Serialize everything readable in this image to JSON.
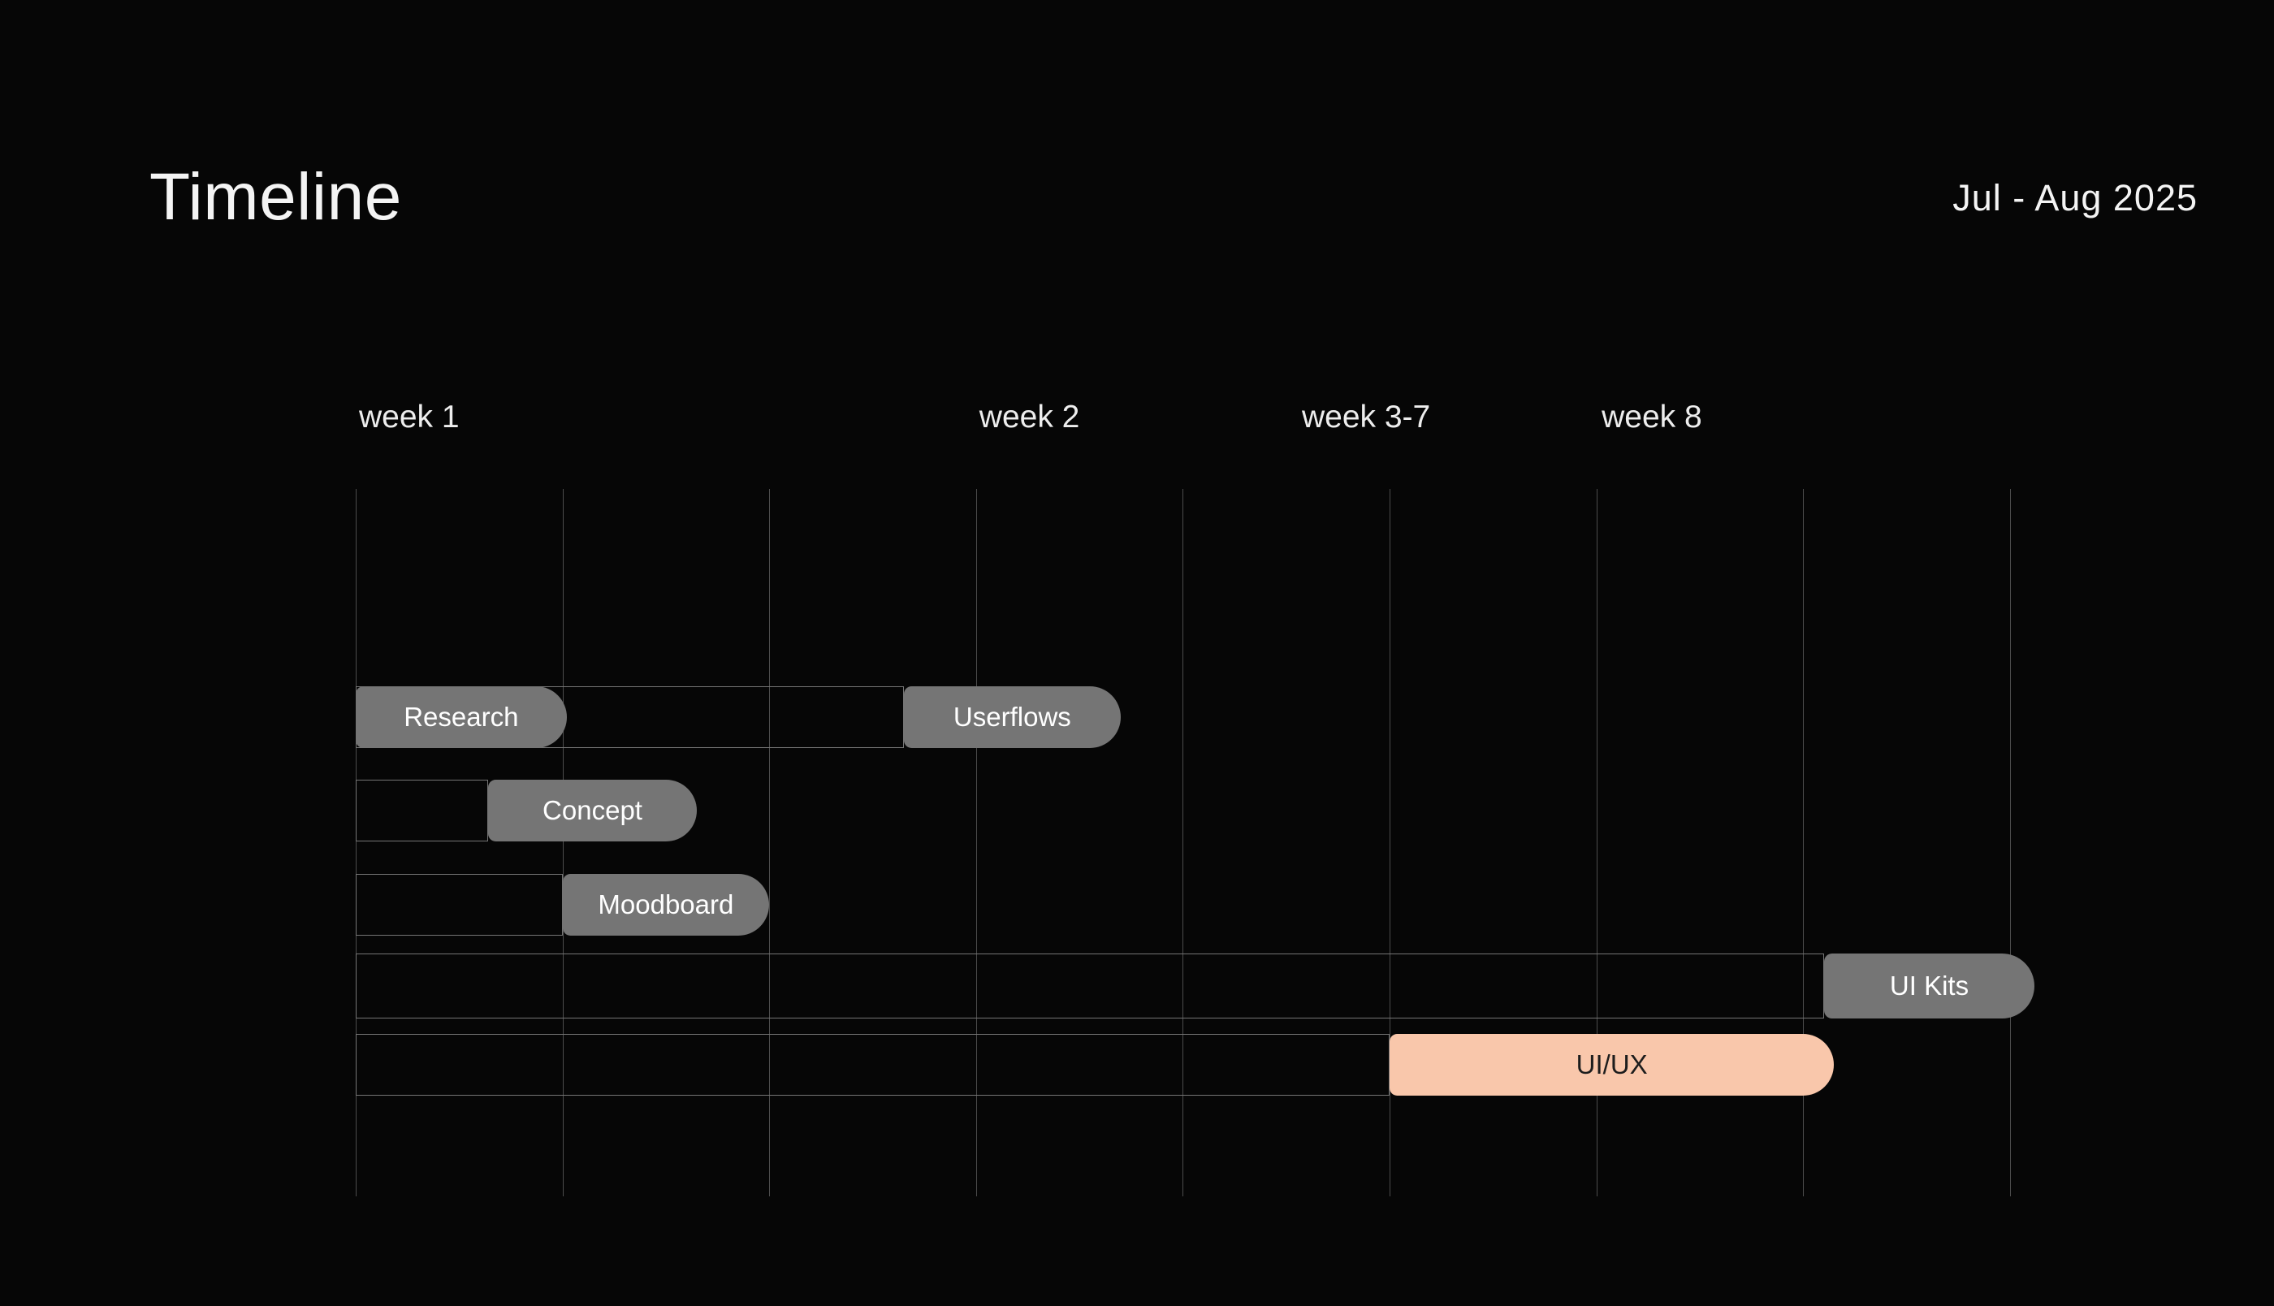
{
  "page": {
    "title": "Timeline",
    "date_range": "Jul - Aug 2025"
  },
  "chart_data": {
    "type": "gantt",
    "title": "Timeline",
    "period": "Jul - Aug 2025",
    "x_axis": {
      "unit": "grid-columns",
      "gridline_count": 9,
      "week_labels": [
        {
          "label": "week 1",
          "col": 0
        },
        {
          "label": "week 2",
          "col": 3
        },
        {
          "label": "week 3-7",
          "col": 4.56
        },
        {
          "label": "week 8",
          "col": 6.01
        }
      ]
    },
    "rows": [
      {
        "name": "research-userflows",
        "track": {
          "start": 0,
          "end": 2.65
        },
        "bars": [
          {
            "label": "Research",
            "start": 0,
            "end": 1.02,
            "variant": "gray"
          },
          {
            "label": "Userflows",
            "start": 2.65,
            "end": 3.7,
            "variant": "gray"
          }
        ]
      },
      {
        "name": "concept",
        "track": {
          "start": 0,
          "end": 0.64
        },
        "bars": [
          {
            "label": "Concept",
            "start": 0.64,
            "end": 1.65,
            "variant": "gray"
          }
        ]
      },
      {
        "name": "moodboard",
        "track": {
          "start": 0,
          "end": 1.0
        },
        "bars": [
          {
            "label": "Moodboard",
            "start": 1.0,
            "end": 2.0,
            "variant": "gray"
          }
        ]
      },
      {
        "name": "ui-kits",
        "track": {
          "start": 0,
          "end": 7.1
        },
        "bars": [
          {
            "label": "UI Kits",
            "start": 7.1,
            "end": 8.12,
            "variant": "gray"
          }
        ]
      },
      {
        "name": "ui-ux",
        "track": {
          "start": 0,
          "end": 5.0
        },
        "bars": [
          {
            "label": "UI/UX",
            "start": 5.0,
            "end": 7.15,
            "variant": "accent"
          }
        ]
      }
    ],
    "colors": {
      "background": "#060606",
      "bar_gray": "#757575",
      "bar_accent": "#f9c7ab",
      "bar_text": "#ffffff",
      "bar_accent_text": "#1d1d1d",
      "gridline": "#4c4c4c",
      "track_outline": "#757575",
      "heading_text": "#f4f4f4"
    }
  }
}
